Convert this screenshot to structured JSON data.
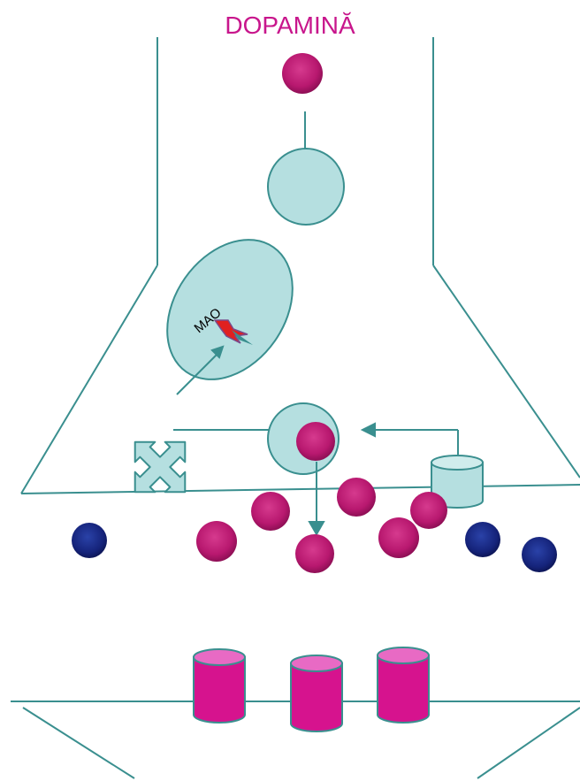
{
  "title": "DOPAMINĂ",
  "labels": {
    "enzyme": "MAO"
  },
  "colors": {
    "title": "#c8168c",
    "outline": "#3a8f8f",
    "vesicle_fill": "#b5dfe0",
    "dopamine": "#c21c78",
    "other_molecule": "#1a2b8f",
    "receptor": "#e0109a",
    "receptor_top": "#e86ac4",
    "spark": "#e02020"
  },
  "icons": [
    "dopamine-molecule",
    "vesicle",
    "transporter",
    "autoreceptor",
    "postsynaptic-receptor",
    "enzyme-spark"
  ]
}
